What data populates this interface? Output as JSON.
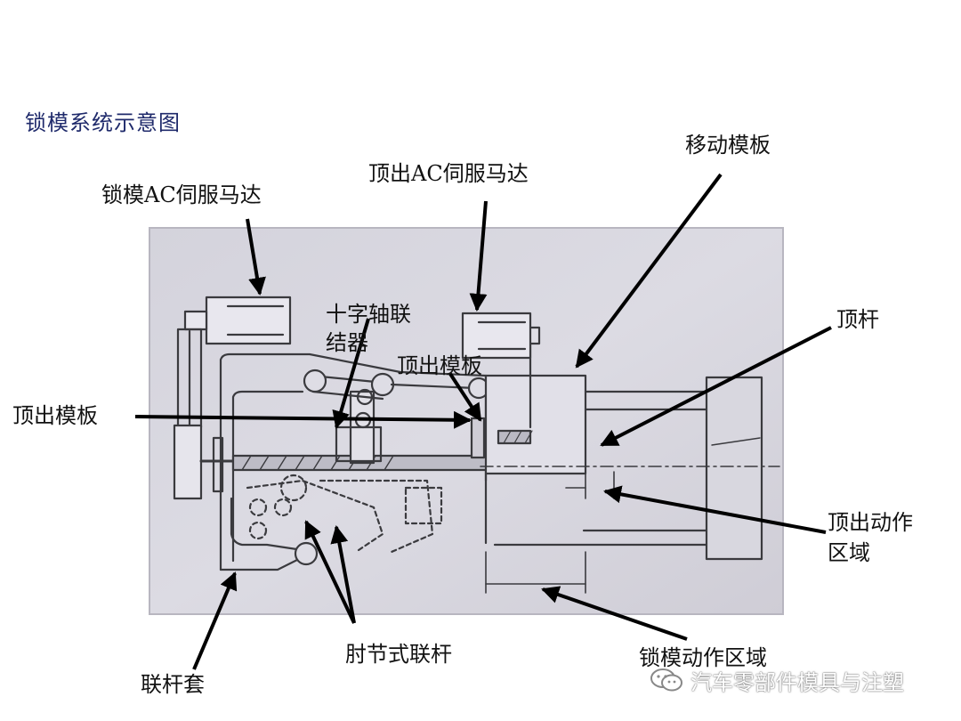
{
  "title": "锁模系统示意图",
  "labels": {
    "clamp_motor": "锁模AC伺服马达",
    "eject_motor": "顶出AC伺服马达",
    "moving_platen": "移动模板",
    "ejector_rod": "顶杆",
    "cross_coupling_line1": "十字轴联",
    "cross_coupling_line2": "结器",
    "ejector_plate_inner": "顶出模板",
    "ejector_plate_left": "顶出模板",
    "eject_zone_line1": "顶出动作",
    "eject_zone_line2": "区域",
    "toggle_link": "肘节式联杆",
    "link_housing": "联杆套",
    "clamp_zone": "锁模动作区域"
  },
  "watermark": {
    "text": "汽车零部件模具与注塑",
    "icon": "wechat-icon"
  }
}
